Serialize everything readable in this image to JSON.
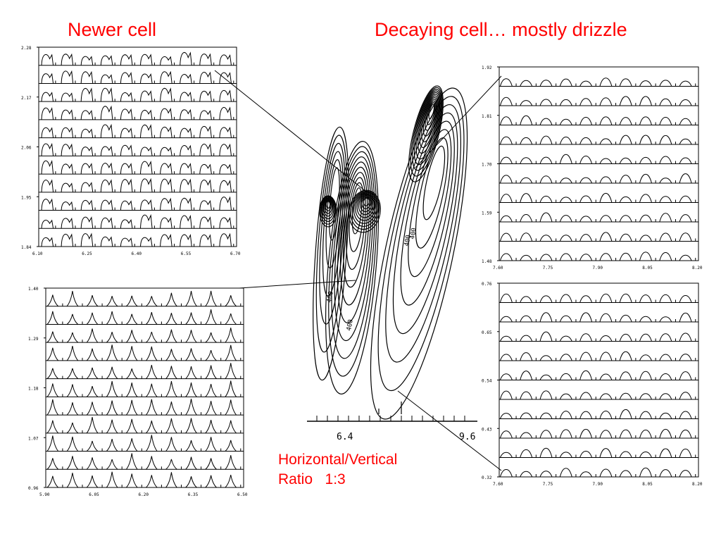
{
  "titles": {
    "left": "Newer cell",
    "right": "Decaying cell… mostly drizzle"
  },
  "caption": "Horizontal/Vertical\nRatio   1:3",
  "colors": {
    "title": "#ff0000",
    "line": "#000000"
  },
  "panels": {
    "top_left": {
      "rows": 11,
      "y_ticks": [
        "2.28",
        "2.17",
        "2.06",
        "1.95",
        "1.84"
      ],
      "x_ticks": [
        "6.10",
        "6.25",
        "6.40",
        "6.55",
        "6.70"
      ],
      "peak_style": "rounded"
    },
    "bottom_left": {
      "rows": 11,
      "y_ticks": [
        "1.40",
        "1.29",
        "1.18",
        "1.07",
        "0.96"
      ],
      "x_ticks": [
        "5.90",
        "6.05",
        "6.20",
        "6.35",
        "6.50"
      ],
      "peak_style": "sharp"
    },
    "top_right": {
      "rows": 10,
      "y_ticks": [
        "1.92",
        "1.81",
        "1.70",
        "1.59",
        "1.48"
      ],
      "x_ticks": [
        "7.60",
        "7.75",
        "7.90",
        "8.05",
        "8.20"
      ],
      "peak_style": "small"
    },
    "bottom_right": {
      "rows": 10,
      "y_ticks": [
        "0.76",
        "0.65",
        "0.54",
        "0.43",
        "0.32"
      ],
      "x_ticks": [
        "7.60",
        "7.75",
        "7.90",
        "8.05",
        "8.20"
      ],
      "peak_style": "small"
    }
  },
  "center_plot": {
    "x_tick_labels": [
      "6.4",
      "9.6"
    ],
    "contour_labels": [
      "400",
      "400",
      "400",
      "400"
    ]
  }
}
